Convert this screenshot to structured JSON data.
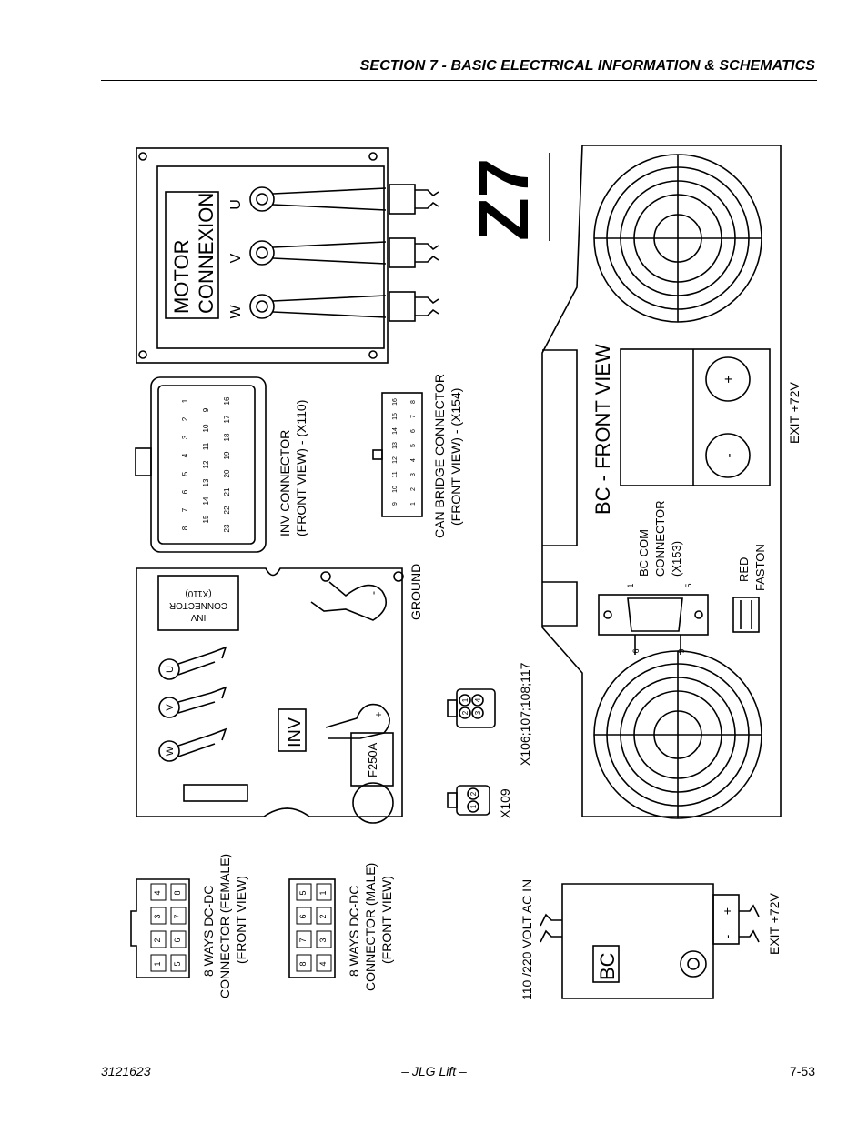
{
  "header": {
    "section_title": "SECTION 7 - BASIC ELECTRICAL INFORMATION & SCHEMATICS"
  },
  "figure": {
    "figure_id": "Z7",
    "motor": {
      "title_line1": "MOTOR",
      "title_line2": "CONNEXION",
      "phases": [
        "U",
        "V",
        "W"
      ]
    },
    "inv_connector": {
      "title_line1": "INV CONNECTOR",
      "title_line2": "(FRONT VIEW) - (X110)",
      "pins_row1": [
        "1",
        "2",
        "3",
        "4",
        "5",
        "6",
        "7",
        "8"
      ],
      "pins_row2": [
        "9",
        "10",
        "11",
        "12",
        "13",
        "14",
        "15"
      ],
      "pins_row3": [
        "16",
        "17",
        "18",
        "19",
        "20",
        "21",
        "22",
        "23"
      ]
    },
    "can_bridge": {
      "title_line1": "CAN BRIDGE CONNECTOR",
      "title_line2": "(FRONT VIEW) - (X154)",
      "pins_row1": [
        "16",
        "15",
        "14",
        "13",
        "12",
        "11",
        "10",
        "9"
      ],
      "pins_row2": [
        "8",
        "7",
        "6",
        "5",
        "4",
        "3",
        "2",
        "1"
      ]
    },
    "bc_front": {
      "title": "BC - FRONT VIEW",
      "plus": "+",
      "minus": "-",
      "exit_label": "EXIT +72V",
      "com_line1": "BC COM",
      "com_line2": "CONNECTOR",
      "com_line3": "(X153)",
      "pin_1": "1",
      "pin_5": "5",
      "pin_6": "6",
      "pin_9": "9",
      "red_line1": "RED",
      "red_line2": "FASTON"
    },
    "inv_box": {
      "label": "INV",
      "fuse": "F250A",
      "ground_label": "GROUND",
      "conn_line1": "INV",
      "conn_line2": "CONNECTOR",
      "conn_line3": "(X110)",
      "plus": "+",
      "minus": "-",
      "phases": [
        "U",
        "V",
        "W"
      ]
    },
    "x106": {
      "label": "X106;107;108;117",
      "pins": [
        "1",
        "2",
        "3",
        "4"
      ]
    },
    "x109": {
      "label": "X109",
      "pins": [
        "1",
        "2"
      ]
    },
    "dcdc_female": {
      "line1": "8 WAYS DC-DC",
      "line2": "CONNECTOR (FEMALE)",
      "line3": "(FRONT VIEW)",
      "top_row": [
        "4",
        "3",
        "2",
        "1"
      ],
      "bottom_row": [
        "8",
        "7",
        "6",
        "5"
      ]
    },
    "dcdc_male": {
      "line1": "8 WAYS DC-DC",
      "line2": "CONNECTOR (MALE)",
      "line3": "(FRONT VIEW)",
      "top_row": [
        "5",
        "6",
        "7",
        "8"
      ],
      "bottom_row": [
        "1",
        "2",
        "3",
        "4"
      ]
    },
    "bc_unit": {
      "label": "BC",
      "input_label": "110 /220 VOLT AC IN",
      "exit_label": "EXIT +72V",
      "plus": "+",
      "minus": "-"
    }
  },
  "footer": {
    "doc_number": "3121623",
    "brand": "– JLG Lift –",
    "page": "7-53"
  }
}
